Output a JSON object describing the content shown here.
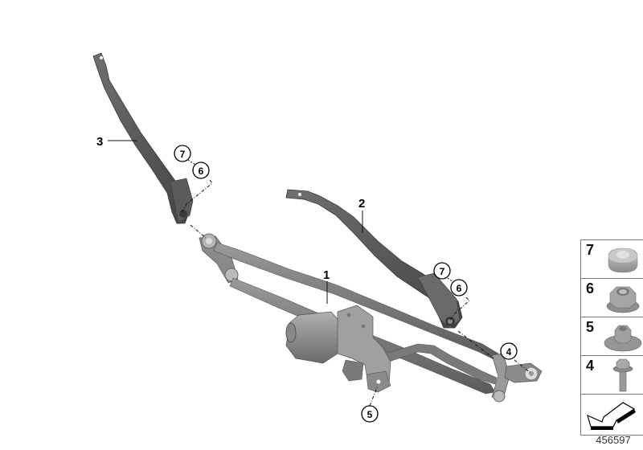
{
  "diagram": {
    "type": "exploded parts diagram",
    "subject": "windscreen wiper system",
    "diagram_id": "456597",
    "callouts": [
      {
        "id": "callout-1",
        "label": "1",
        "part": "wiper linkage with motor",
        "style": "plain"
      },
      {
        "id": "callout-2",
        "label": "2",
        "part": "wiper arm (passenger side)",
        "style": "plain"
      },
      {
        "id": "callout-3",
        "label": "3",
        "part": "wiper arm (driver side)",
        "style": "plain"
      },
      {
        "id": "callout-4",
        "label": "4",
        "part": "bolt",
        "style": "circled"
      },
      {
        "id": "callout-5",
        "label": "5",
        "part": "nut with washer",
        "style": "circled"
      },
      {
        "id": "callout-6a",
        "label": "6",
        "part": "hex nut",
        "style": "circled"
      },
      {
        "id": "callout-7a",
        "label": "7",
        "part": "cap",
        "style": "circled"
      },
      {
        "id": "callout-6b",
        "label": "6",
        "part": "hex nut",
        "style": "circled"
      },
      {
        "id": "callout-7b",
        "label": "7",
        "part": "cap",
        "style": "circled"
      }
    ]
  },
  "legend": {
    "items": [
      {
        "number": "7",
        "icon": "cap-icon"
      },
      {
        "number": "6",
        "icon": "hex-flange-nut-icon"
      },
      {
        "number": "5",
        "icon": "hex-nut-washer-icon"
      },
      {
        "number": "4",
        "icon": "hex-bolt-icon"
      },
      {
        "number": "",
        "icon": "direction-arrow-icon"
      }
    ]
  },
  "colors": {
    "part_dark": "#5e5e5e",
    "part_mid": "#8a8a8a",
    "part_light": "#b8b8b8",
    "legend_border": "#7a7a7a",
    "background": "#ffffff"
  }
}
